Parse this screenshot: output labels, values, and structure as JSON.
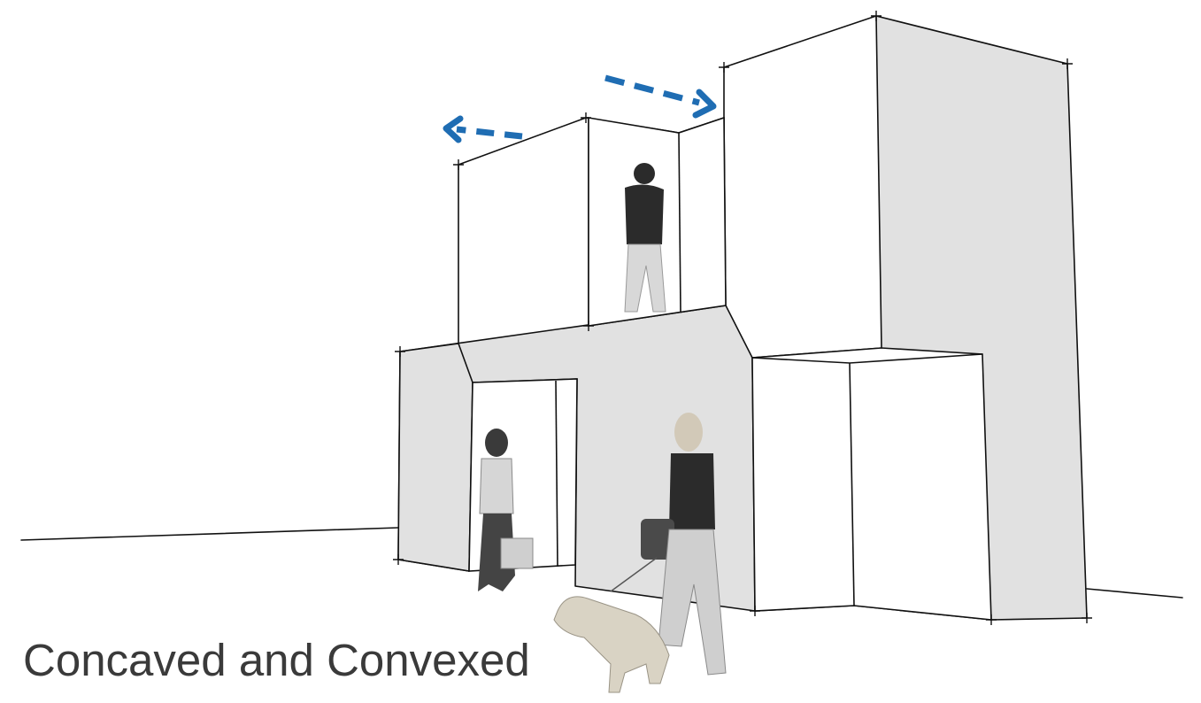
{
  "caption": "Concaved and Convexed",
  "colors": {
    "wall_fill": "#e1e1e1",
    "line": "#111111",
    "arrow": "#1f6db3",
    "figure_dark": "#2b2b2b",
    "figure_light": "#d6d6d6"
  },
  "figures": [
    "man-standing-in-upper-window",
    "woman-walking-through-doorway",
    "woman-walking-dog",
    "dog"
  ]
}
